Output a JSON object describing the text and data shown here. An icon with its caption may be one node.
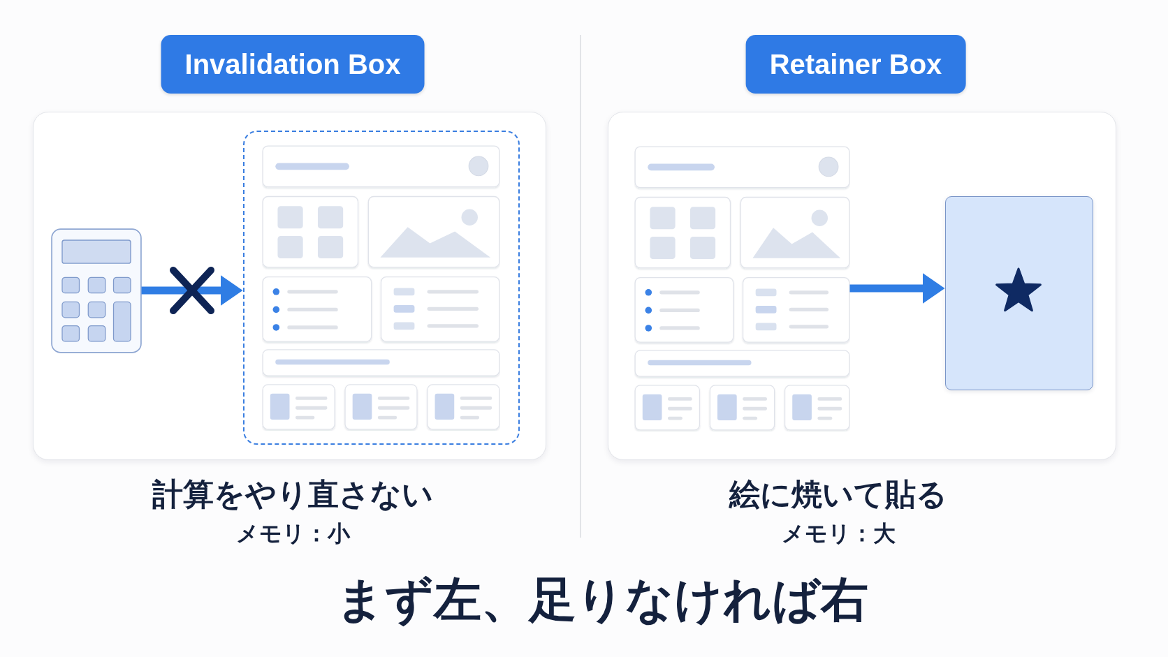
{
  "diagram": {
    "nodes": [
      {
        "text": [
          "Invalidation Box"
        ],
        "beside": [
          "計算をやり直さない",
          "メモリ：小"
        ]
      },
      {
        "text": [],
        "shape": "picture",
        "in": 0
      },
      {
        "text": [],
        "shape": "box",
        "in": 0
      },
      {
        "text": [],
        "shape": "picture",
        "in": 2
      },
      {
        "text": [
          "Retainer Box"
        ],
        "beside": [
          "絵に焼いて貼る",
          "メモリ：大"
        ]
      },
      {
        "text": [],
        "shape": "picture",
        "in": 4
      },
      {
        "text": [],
        "shape": "box",
        "in": 4
      }
    ],
    "edges": [
      {
        "from": 1,
        "to": 2,
        "arrow": "to"
      },
      {
        "from": 5,
        "to": 6,
        "arrow": "to"
      }
    ],
    "caption": "まず左、足りなければ右"
  }
}
